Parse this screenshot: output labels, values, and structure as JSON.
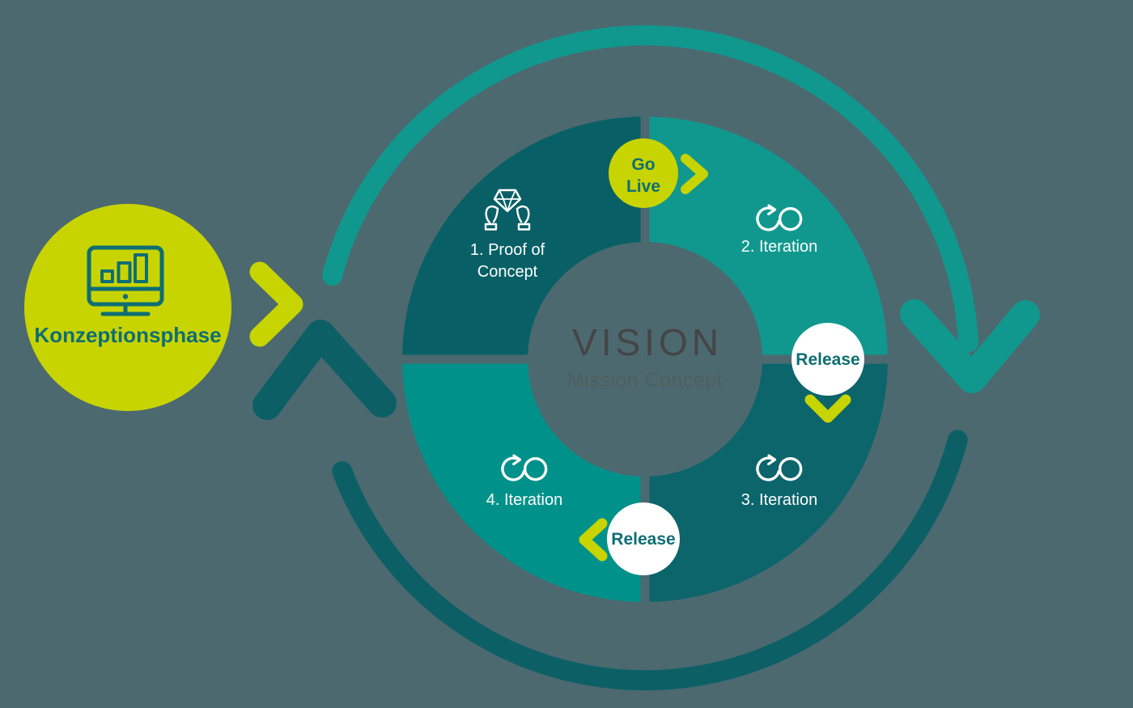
{
  "palette": {
    "background": "#4C6970",
    "lime": "#C8D400",
    "teal_medium": "#10988E",
    "teal_medium2": "#00928A",
    "teal_dark_quadrant": "#086066",
    "teal_dark_quadrant2": "#0B656B",
    "arc_dark": "#0D5F66",
    "teal_text": "#0E6E74",
    "white": "#FFFFFF",
    "vision_gray": "#454545",
    "mission_gray": "#505E5C"
  },
  "concept_phase": {
    "label": "Konzeptionsphase",
    "icon": "monitor-bar-chart-icon"
  },
  "cycle": {
    "center": {
      "title": "VISION",
      "subtitle": "Mission Concept"
    },
    "quadrants": [
      {
        "order": "1",
        "label_line1": "1. Proof of",
        "label_line2": "Concept",
        "icon": "hands-diamond-icon"
      },
      {
        "order": "2",
        "label": "2. Iteration",
        "icon": "iteration-loop-icon"
      },
      {
        "order": "3",
        "label": "3. Iteration",
        "icon": "iteration-loop-icon"
      },
      {
        "order": "4",
        "label": "4. Iteration",
        "icon": "iteration-loop-icon"
      }
    ],
    "badges": {
      "go_live": {
        "line1": "Go",
        "line2": "Live"
      },
      "release_right": {
        "label": "Release"
      },
      "release_bottom": {
        "label": "Release"
      }
    }
  }
}
